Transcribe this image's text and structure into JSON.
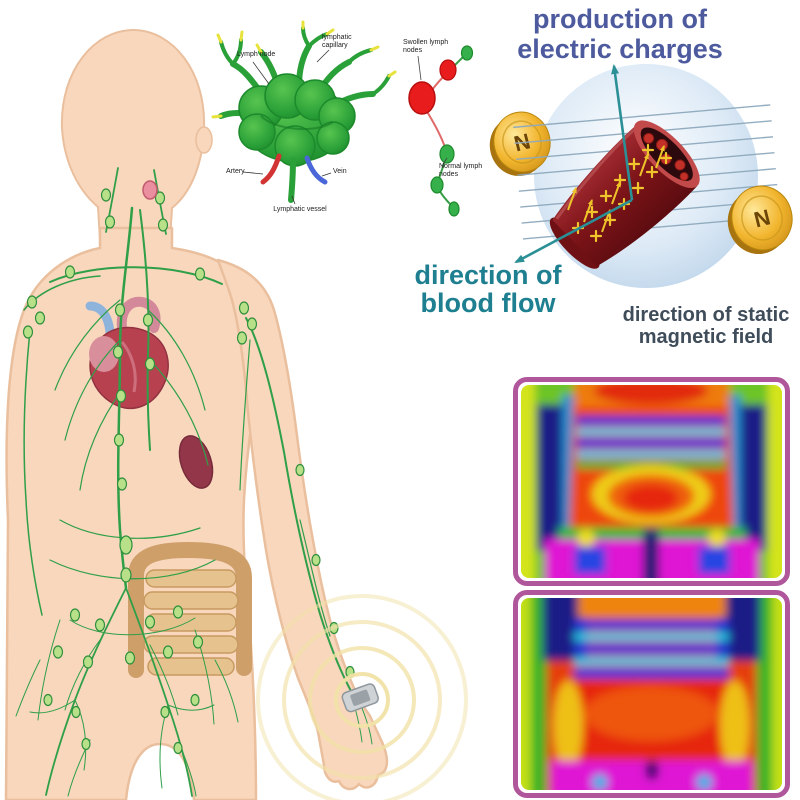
{
  "page": {
    "background": "#ffffff"
  },
  "annotations": {
    "production": "production of electric charges",
    "blood_flow": "direction of blood flow",
    "magnetic_field": "direction of static magnetic field"
  },
  "lymph_node_diagram": {
    "lymph_node": "Lymph node",
    "lymphatic_capillary": "lymphatic capillary",
    "artery": "Artery",
    "vein": "Vein",
    "lymphatic_vessel": "Lymphatic vessel"
  },
  "lymph_nodes_comparison": {
    "swollen": "Swollen lymph nodes",
    "normal": "Normal lymph nodes"
  },
  "magnet_diagram": {
    "left_pole": "N",
    "right_pole": "N"
  },
  "colors": {
    "production_text": "#4d5b9e",
    "blood_flow_text": "#1e7f90",
    "magnetic_field_text": "#3f4c59",
    "thermal_frame": "#b0579c",
    "lymph_green": "#2f9f48",
    "skin_tone": "#f8d7bd",
    "magnet_gold": "#f2b52e",
    "vessel_red": "#7c1418"
  }
}
